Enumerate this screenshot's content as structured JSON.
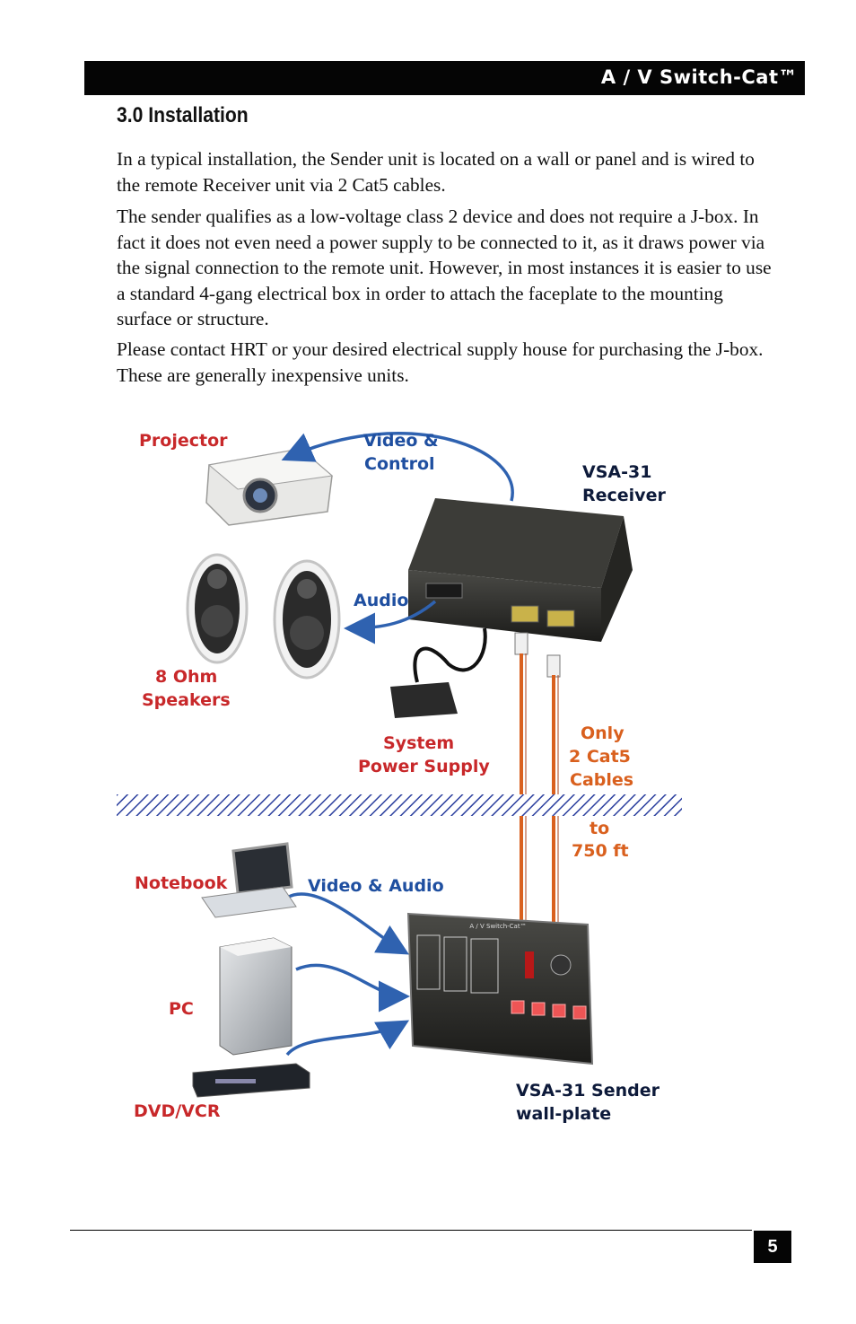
{
  "header": {
    "title": "A / V Switch-Cat™"
  },
  "section": {
    "title": "3.0 Installation"
  },
  "paragraphs": [
    "In a typical installation, the Sender unit is located on a wall or panel and is wired to the remote Receiver unit via 2 Cat5 cables.",
    "The sender qualifies as a low-voltage class 2 device and does not require a J-box. In fact it does not even need a power supply to be connected to it, as it draws power via the signal connection to the remote unit. However, in most instances it is easier to use a standard 4-gang electrical box in order to attach the faceplate to the mounting surface or structure.",
    "Please contact HRT or your desired electrical supply house for purchasing the J-box. These are generally inexpensive units."
  ],
  "diagram": {
    "projector": "Projector",
    "video_control_1": "Video &",
    "video_control_2": "Control",
    "receiver_1": "VSA-31",
    "receiver_2": "Receiver",
    "audio": "Audio",
    "speakers_1": "8 Ohm",
    "speakers_2": "Speakers",
    "power_1": "System",
    "power_2": "Power Supply",
    "cables_1": "Only",
    "cables_2": "2 Cat5",
    "cables_3": "Cables",
    "cables_4": "to",
    "cables_5": "750 ft",
    "notebook": "Notebook",
    "video_audio": "Video & Audio",
    "pc": "PC",
    "dvd": "DVD/VCR",
    "sender_1": "VSA-31 Sender",
    "sender_2": "wall-plate",
    "plate_brand": "A / V Switch-Cat™"
  },
  "colors": {
    "red_label": "#c8282a",
    "blue_label": "#1f4fa0",
    "navy_label": "#0d1a3a",
    "orange_cable": "#d9601e",
    "blue_arrow": "#2f62b0"
  },
  "footer": {
    "page_number": "5"
  }
}
